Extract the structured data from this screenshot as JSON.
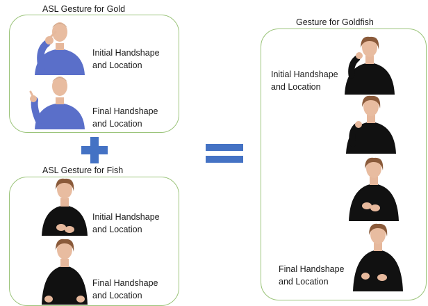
{
  "gold": {
    "title": "ASL Gesture for Gold",
    "initial": [
      "Initial Handshape",
      "and Location"
    ],
    "final": [
      "Final Handshape",
      "and Location"
    ]
  },
  "fish": {
    "title": "ASL Gesture for Fish",
    "initial": [
      "Initial Handshape",
      "and Location"
    ],
    "final": [
      "Final Handshape",
      "and Location"
    ]
  },
  "goldfish": {
    "title": "Gesture for Goldfish",
    "initial": [
      "Initial Handshape",
      "and Location"
    ],
    "final": [
      "Final Handshape",
      "and Location"
    ]
  },
  "symbols": {
    "plus_color": "#4472c4",
    "equals_color": "#4472c4"
  },
  "colors": {
    "box_border": "#9bc47a",
    "shirt_blue": "#5a6fc9",
    "shirt_black": "#111111"
  }
}
